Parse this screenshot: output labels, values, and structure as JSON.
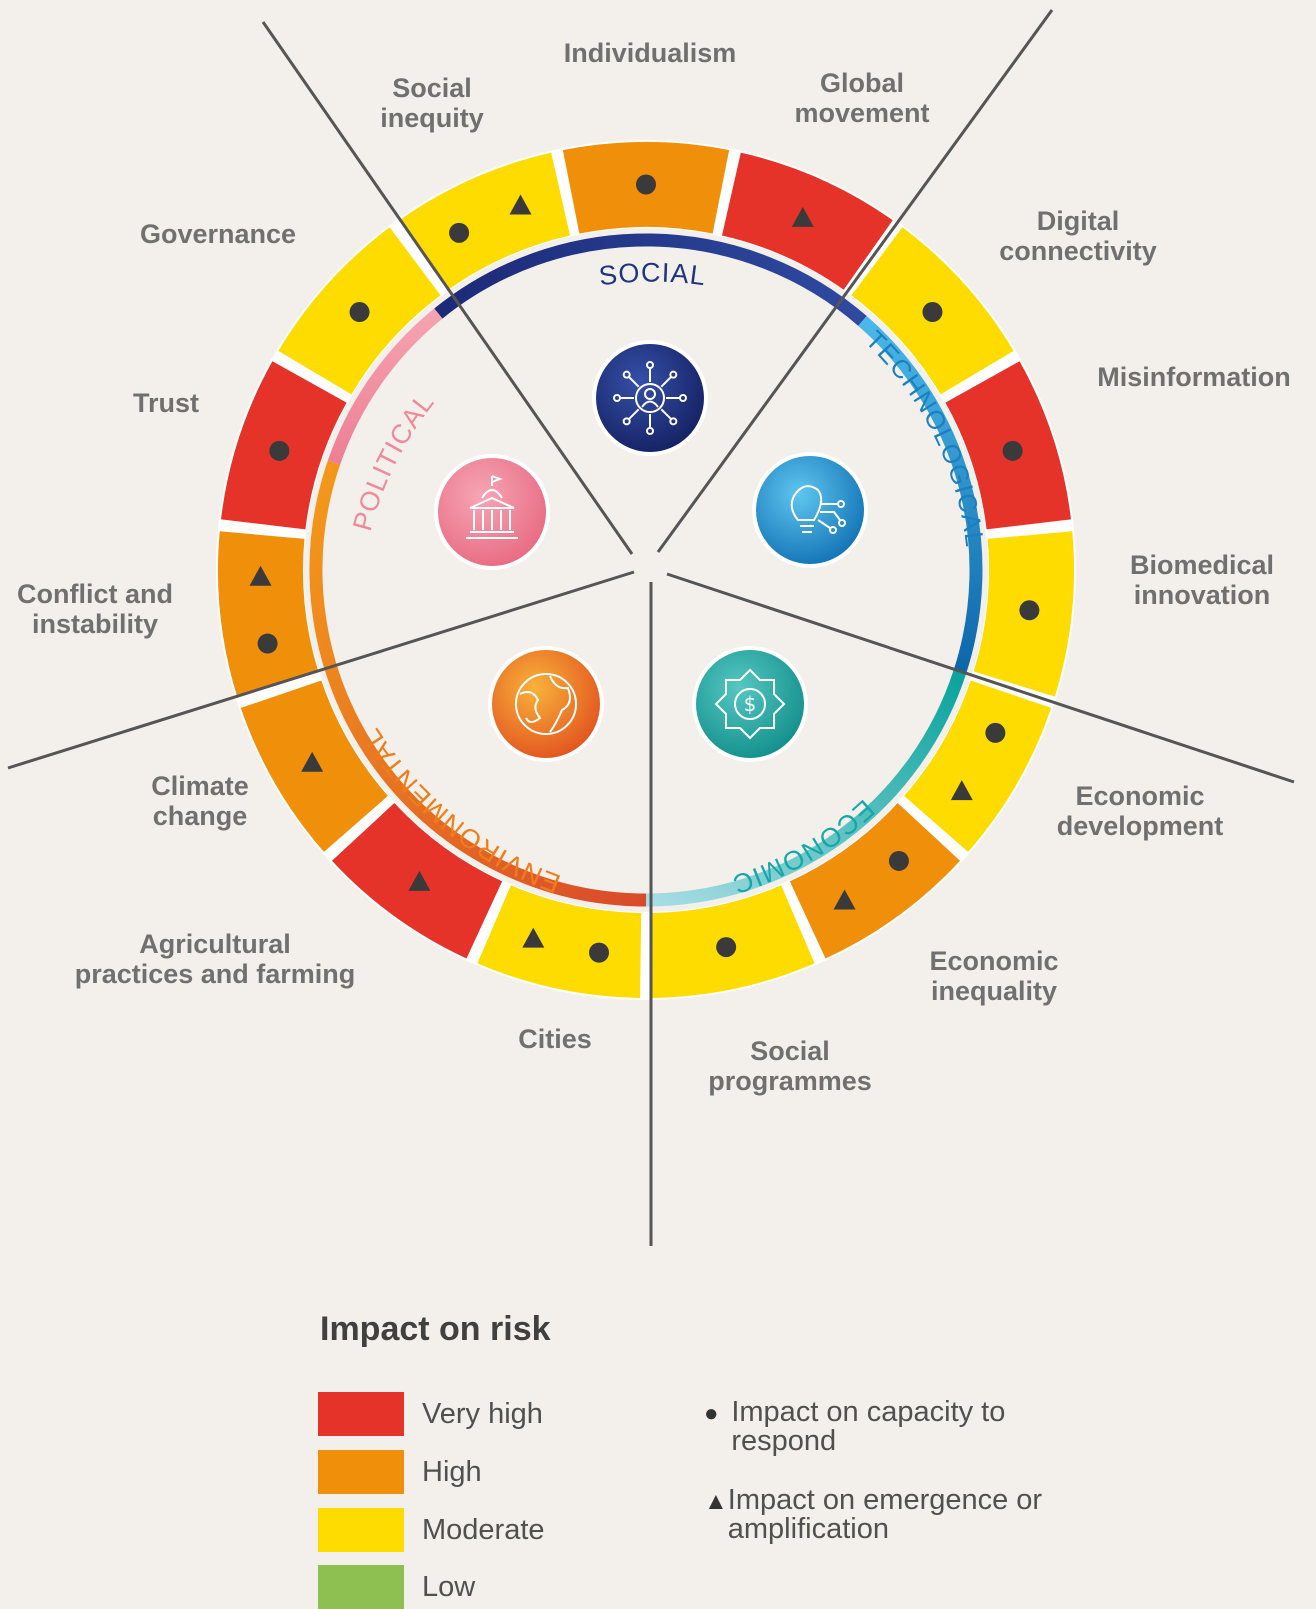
{
  "colors": {
    "very_high": "#e5332a",
    "high": "#f0900a",
    "moderate": "#ffdc00",
    "low": "#8dc050",
    "background": "#f3f0eb",
    "label": "#707070",
    "marker": "#3a3a3a"
  },
  "categories": [
    {
      "key": "social",
      "label": "SOCIAL",
      "color": "#203480",
      "icon": "network-person-icon"
    },
    {
      "key": "technological",
      "label": "TECHNOLOGICAL",
      "color": "#1b7fc0",
      "icon": "lightbulb-circuit-icon"
    },
    {
      "key": "economic",
      "label": "ECONOMIC",
      "color": "#16a8a6",
      "icon": "gear-dollar-icon"
    },
    {
      "key": "environmental",
      "label": "ENVIRONMENTAL",
      "color": "#ef7d1a",
      "icon": "globe-leaf-icon"
    },
    {
      "key": "political",
      "label": "POLITICAL",
      "color": "#ee8a9a",
      "icon": "capitol-building-icon"
    }
  ],
  "drivers": [
    {
      "label": "Individualism",
      "impact": "high",
      "capacity": true,
      "emergence": false
    },
    {
      "label": "Global movement",
      "impact": "very_high",
      "capacity": false,
      "emergence": true
    },
    {
      "label": "Digital connectivity",
      "impact": "moderate",
      "capacity": true,
      "emergence": false
    },
    {
      "label": "Misinformation",
      "impact": "very_high",
      "capacity": true,
      "emergence": false
    },
    {
      "label": "Biomedical innovation",
      "impact": "moderate",
      "capacity": true,
      "emergence": false
    },
    {
      "label": "Economic development",
      "impact": "moderate",
      "capacity": true,
      "emergence": true
    },
    {
      "label": "Economic inequality",
      "impact": "high",
      "capacity": true,
      "emergence": true
    },
    {
      "label": "Social programmes",
      "impact": "moderate",
      "capacity": true,
      "emergence": false
    },
    {
      "label": "Cities",
      "impact": "moderate",
      "capacity": true,
      "emergence": true
    },
    {
      "label": "Agricultural practices and farming",
      "impact": "very_high",
      "capacity": false,
      "emergence": true
    },
    {
      "label": "Climate change",
      "impact": "high",
      "capacity": false,
      "emergence": true
    },
    {
      "label": "Conflict and instability",
      "impact": "high",
      "capacity": true,
      "emergence": true
    },
    {
      "label": "Trust",
      "impact": "very_high",
      "capacity": true,
      "emergence": false
    },
    {
      "label": "Governance",
      "impact": "moderate",
      "capacity": true,
      "emergence": false
    },
    {
      "label": "Social inequity",
      "impact": "moderate",
      "capacity": true,
      "emergence": true
    }
  ],
  "legend": {
    "title": "Impact on risk",
    "levels": [
      {
        "key": "very_high",
        "label": "Very high"
      },
      {
        "key": "high",
        "label": "High"
      },
      {
        "key": "moderate",
        "label": "Moderate"
      },
      {
        "key": "low",
        "label": "Low"
      }
    ],
    "markers": [
      {
        "symbol": "●",
        "label": "Impact on capacity to respond"
      },
      {
        "symbol": "▲",
        "label": "Impact on emergence or amplification"
      }
    ]
  }
}
